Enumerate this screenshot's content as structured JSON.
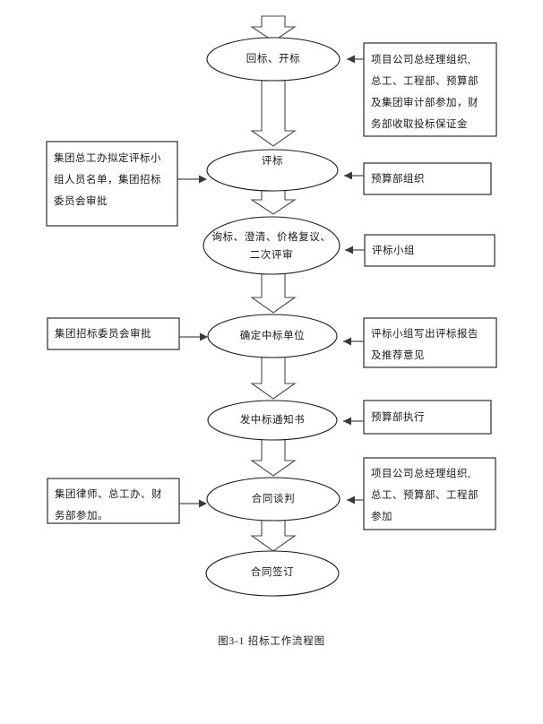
{
  "document": {
    "caption": "图3-1    招标工作流程图",
    "page_background": "#ffffff",
    "ink_color": "#1a1a1a"
  },
  "flowchart": {
    "title": "招标工作流程图",
    "orientation": "top-to-bottom",
    "nodes": [
      {
        "id": "node-1",
        "shape": "ellipse",
        "label": "回标、开标"
      },
      {
        "id": "node-2",
        "shape": "ellipse",
        "label": "评标"
      },
      {
        "id": "node-3",
        "shape": "ellipse",
        "label": "询标、澄清、价格复议、\n二次评审"
      },
      {
        "id": "node-4",
        "shape": "ellipse",
        "label": "确定中标单位"
      },
      {
        "id": "node-5",
        "shape": "ellipse",
        "label": "发中标通知书"
      },
      {
        "id": "node-6",
        "shape": "ellipse",
        "label": "合同谈判"
      },
      {
        "id": "node-7",
        "shape": "ellipse",
        "label": "合同签订"
      }
    ],
    "right_notes": [
      {
        "id": "note-r1",
        "target": "node-1",
        "text": "项目公司总经理组织,\n总工、工程部、预算部\n及集团审计部参加，财\n务部收取投标保证金"
      },
      {
        "id": "note-r2",
        "target": "node-2",
        "text": "预算部组织"
      },
      {
        "id": "note-r3",
        "target": "node-3",
        "text": "评标小组"
      },
      {
        "id": "note-r4",
        "target": "node-4",
        "text": "评标小组写出评标报告\n及推荐意见"
      },
      {
        "id": "note-r5",
        "target": "node-5",
        "text": "预算部执行"
      },
      {
        "id": "note-r6",
        "target": "node-6",
        "text": "项目公司总经理组织,\n总工、预算部、工程部\n参加"
      }
    ],
    "left_notes": [
      {
        "id": "note-l1",
        "target": "node-2",
        "text": "集团总工办拟定评标小\n组人员名单，集团招标\n委员会审批"
      },
      {
        "id": "note-l2",
        "target": "node-4",
        "text": "集团招标委员会审批"
      },
      {
        "id": "note-l3",
        "target": "node-6",
        "text": "集团律师、总工办、财\n务部参加。"
      }
    ],
    "flow_arrows": [
      {
        "id": "arrow-entry",
        "from": "top-of-page",
        "to": "node-1"
      },
      {
        "id": "arrow-1-2",
        "from": "node-1",
        "to": "node-2"
      },
      {
        "id": "arrow-2-3",
        "from": "node-2",
        "to": "node-3"
      },
      {
        "id": "arrow-3-4",
        "from": "node-3",
        "to": "node-4"
      },
      {
        "id": "arrow-4-5",
        "from": "node-4",
        "to": "node-5"
      },
      {
        "id": "arrow-5-6",
        "from": "node-5",
        "to": "node-6"
      },
      {
        "id": "arrow-6-7",
        "from": "node-6",
        "to": "node-7"
      }
    ]
  }
}
